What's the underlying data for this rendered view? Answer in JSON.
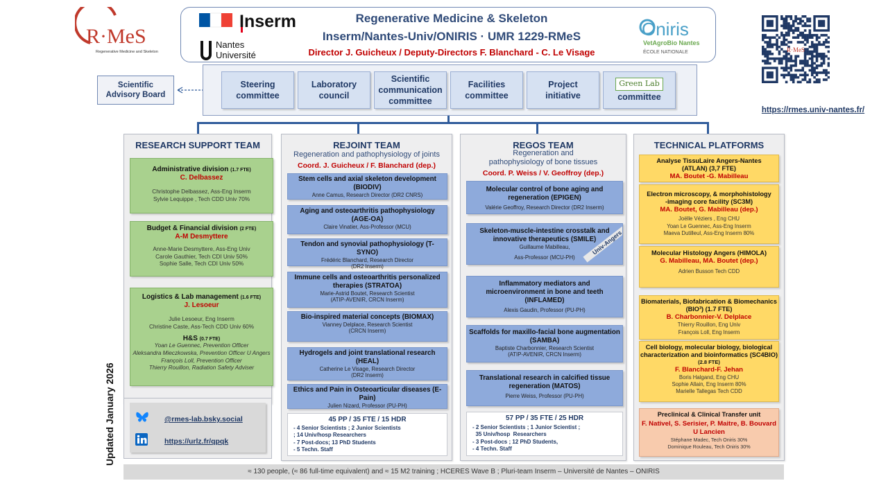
{
  "header": {
    "rmes_logo_text": "R·MeS",
    "rmes_logo_tagline": "Regenerative Medicine and Skeleton",
    "inserm_logo": "Inserm",
    "nantes_logo_line1": "Nantes",
    "nantes_logo_line2": "Université",
    "oniris_logo": "Oniris",
    "oniris_tag": "VetAgroBio Nantes",
    "oniris_tag2": "ÉCOLE NATIONALE",
    "title": "Regenerative Medicine & Skeleton",
    "subtitle": "Inserm/Nantes-Univ/ONIRIS  ·  UMR 1229-RMeS",
    "directors": "Director J. Guicheux / Deputy-Directors  F. Blanchard - C. Le Visage"
  },
  "qr": {
    "label": "R·MeS",
    "url": "https://rmes.univ-nantes.fr/"
  },
  "governance": {
    "advisory_board": [
      "Scientific",
      "Advisory Board"
    ],
    "committees": [
      [
        "Steering",
        "committee"
      ],
      [
        "Laboratory",
        "council"
      ],
      [
        "Scientific",
        "communication",
        "committee"
      ],
      [
        "Facilities",
        "committee"
      ],
      [
        "Project",
        "initiative"
      ],
      [
        "",
        "committee"
      ]
    ],
    "green_lab_logo": "Green Lab"
  },
  "research_support": {
    "title": "RESEARCH SUPPORT TEAM",
    "units": [
      {
        "title": "Administrative division",
        "fte": "(1.7 FTE)",
        "lead": "C. Delbassez",
        "people": [
          "Christophe Delbassez, Ass-Eng Inserm",
          "Sylvie Lequippe , Tech CDD Univ 70%"
        ]
      },
      {
        "title": "Budget & Financial division",
        "fte": "(2 FTE)",
        "lead": "A-M Desmyttere",
        "people": [
          "Anne-Marie Desmyttere,  Ass-Eng Univ",
          "Carole Gauthier, Tech CDI Univ 50%",
          "Sophie Salle, Tech CDI Univ 50%"
        ]
      },
      {
        "title": "Logistics & Lab management",
        "fte": "(1.6 FTE)",
        "lead": "J. Lesoeur",
        "people": [
          "Julie Lesoeur, Eng Inserm",
          "Christine Caste, Ass-Tech CDD Univ 60%"
        ],
        "hs_title": "H&S",
        "hs_fte": "(0.7 FTE)",
        "hs_people": [
          "Yoan Le Guennec,  Prevention Officer",
          "Aleksandra Mieczkowska,  Prevention Officer U Angers",
          "François Loll, Prevention Officer",
          "Thierry Rouillon, Radiation Safety Adviser"
        ]
      }
    ]
  },
  "rejoint": {
    "title": "REJOINT TEAM",
    "subtitle": "Regeneration and pathophysiology of joints",
    "coord": "Coord. J. Guicheux / F. Blanchard (dep.)",
    "projects": [
      {
        "title": "Stem cells and axial skeleton development (BIODIV)",
        "people": [
          "Anne Camus, Research  Director (DR2 CNRS)"
        ]
      },
      {
        "title": "Aging and osteoarthritis pathophysiology (AGE-OA)",
        "people": [
          "Claire Vinatier, Ass-Professor (MCU)"
        ]
      },
      {
        "title": "Tendon and synovial pathophysiology (T-SYNO)",
        "people": [
          "Frédéric  Blanchard,  Research  Director",
          "(DR2 Inserm)"
        ]
      },
      {
        "title": "Immune cells and osteoarthritis personalized therapies (STRATOA)",
        "people": [
          "Marie-Astrid Boutet,  Research  Scientist",
          "(ATIP-AVENIR, CRCN Inserm)"
        ]
      },
      {
        "title": "Bio-inspired material concepts  (BIOMAX)",
        "people": [
          "Vianney Delplace, Research Scientist",
          "(CRCN Inserm)"
        ]
      },
      {
        "title": "Hydrogels and joint translational research (HEAL)",
        "people": [
          "Catherine  Le Visage, Research  Director",
          "(DR2 Inserm)"
        ]
      },
      {
        "title": "Ethics and Pain in Osteoarticular diseases (E-Pain)",
        "people": [
          "Julien  Nizard, Professor (PU-PH)"
        ]
      }
    ],
    "stats": {
      "head": "45 PP / 35 FTE / 15 HDR",
      "lines": [
        "- 4 Senior Scientists  ;  2 Junior Scientists",
        "; 14 Univ/hosp Researchers",
        "- 7 Post-docs;  13 PhD Students",
        "- 5 Techn. Staff"
      ]
    }
  },
  "regos": {
    "title": "REGOS TEAM",
    "subtitle_1": "Regeneration and",
    "subtitle_2": "pathophysiology of bone tissues",
    "coord": "Coord. P. Weiss / V. Geoffroy (dep.)",
    "projects": [
      {
        "title": "Molecular control of bone aging and regeneration (EPIGEN)",
        "people": [
          "Valérie Geoffroy, Research  Director  (DR2 Inserm)"
        ]
      },
      {
        "title": "Skeleton-muscle-intestine crosstalk and innovative therapeutics (SMILE)",
        "people": [
          "Guillaume  Mabilleau,",
          "Ass-Professor (MCU-PH)"
        ],
        "ribbon": "Univ-Angers"
      },
      {
        "title": "Inflammatory mediators and microenvironment in bone and teeth (INFLAMED)",
        "people": [
          "Alexis  Gaudin,  Professor (PU-PH)"
        ]
      },
      {
        "title": "Scaffolds for maxillo-facial bone augmentation (SAMBA)",
        "people": [
          "Baptiste Charbonnier,  Research  Scientist",
          "(ATIP-AVENIR, CRCN Inserm)"
        ]
      },
      {
        "title": "Translational research in calcified tissue regeneration (MATOS)",
        "people": [
          "Pierre Weiss, Professor (PU-PH)"
        ]
      }
    ],
    "stats": {
      "head": "57 PP / 35 FTE / 25 HDR",
      "lines": [
        "- 2 Senior Scientists  ;  1 Junior Scientist  ;",
        "  35 Univ/hosp  Researchers",
        "- 3 Post-docs ;  12 PhD Students,",
        "- 4 Techn. Staff"
      ]
    }
  },
  "platforms": {
    "title": "TECHNICAL PLATFORMS",
    "items": [
      {
        "title": [
          "Analyse TissuLaire Angers-Nantes",
          "(ATLAN) (3,7 FTE)"
        ],
        "lead": [
          "MA. Boutet -G. Mabilleau"
        ],
        "people": []
      },
      {
        "title": [
          "Electron microscopy,  & morphohistology",
          "-imaging core facility (SC3M)"
        ],
        "lead": [
          "MA. Boutet, G. Mabilleau (dep.)"
        ],
        "people": [
          "Joëlle Véziers  , Eng CHU",
          "Yoan Le Guennec, Ass-Eng Inserm",
          "Maeva Dutilleul,  Ass-Eng Inserm 80%"
        ]
      },
      {
        "title": [
          "Molecular Histology Angers (HIMOLA)"
        ],
        "lead": [
          "G. Mabilleau, MA. Boutet (dep.)"
        ],
        "people": [
          "Adrien Busson Tech CDD"
        ]
      },
      {
        "title": [
          "Biomaterials, Biofabrication & Biomechanics",
          "(BIO³) (1.7 FTE)"
        ],
        "lead": [
          "B. Charbonnier-V. Delplace"
        ],
        "people": [
          "Thierry Rouillon,  Eng Univ",
          "François Loll,  Eng Inserm"
        ]
      },
      {
        "title": [
          "Cell biology, molecular biology, biological",
          "characterization and bioinformatics (SC4BIO)",
          "(2.8 FTE)"
        ],
        "lead": [
          "F. Blanchard-F. Jehan"
        ],
        "people": [
          "Boris Halgand,  Eng CHU",
          "Sophie Allain, Eng Inserm  80%",
          "Marielle Tallegas Tech CDD"
        ]
      },
      {
        "title": [
          "Preclinical & Clinical Transfer unit"
        ],
        "lead": [
          "F. Nativel, S. Serisier, P. Maitre, B. Bouvard",
          "U Lancien"
        ],
        "people": [
          "Stéphane Madec, Tech Oniris 30%",
          "Dominique Rouleau, Tech Oniris 30%"
        ]
      }
    ]
  },
  "social": {
    "bluesky": "@rmes-lab.bsky.social",
    "linkedin": "https://urlz.fr/qpqk"
  },
  "updated": "Updated January  2026",
  "footer": "≈ 130 people,  (≈ 86 full-time equivalent)  and ≈ 15 M2 training  ; HCERES Wave B ; Pluri-team Inserm – Université de Nantes – ONIRIS",
  "colors": {
    "navy": "#1f3864",
    "accent_red": "#c00000",
    "green_box": "#a9d18e",
    "blue_box": "#8eaadb",
    "yellow_box": "#ffd966",
    "peach_box": "#f8cbad"
  }
}
